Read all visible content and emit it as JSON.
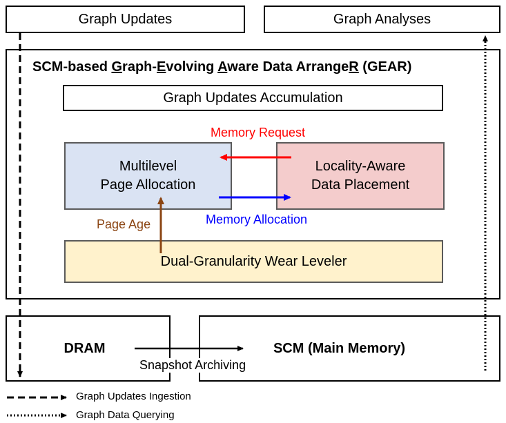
{
  "top": {
    "graph_updates": "Graph Updates",
    "graph_analyses": "Graph Analyses"
  },
  "gear": {
    "title_segments": [
      {
        "text": "SCM-based ",
        "u": false
      },
      {
        "text": "G",
        "u": true
      },
      {
        "text": "raph-",
        "u": false
      },
      {
        "text": "E",
        "u": true
      },
      {
        "text": "volving ",
        "u": false
      },
      {
        "text": "A",
        "u": true
      },
      {
        "text": "ware Data Arrange",
        "u": false
      },
      {
        "text": "R",
        "u": true
      },
      {
        "text": " (GEAR)",
        "u": false
      }
    ],
    "accumulation": "Graph Updates Accumulation",
    "memory_request": "Memory Request",
    "multilevel_line1": "Multilevel",
    "multilevel_line2": "Page Allocation",
    "locality_line1": "Locality-Aware",
    "locality_line2": "Data Placement",
    "memory_allocation": "Memory Allocation",
    "page_age": "Page Age",
    "wear_leveler": "Dual-Granularity Wear Leveler"
  },
  "bottom": {
    "dram": "DRAM",
    "scm": "SCM (Main Memory)",
    "snapshot": "Snapshot Archiving"
  },
  "legend": {
    "ingestion": "Graph Updates Ingestion",
    "querying": "Graph Data Querying"
  },
  "colors": {
    "memory_request": "#ff0000",
    "memory_allocation": "#0000ff",
    "page_age": "#8b4513",
    "multilevel_fill": "#dae3f3",
    "locality_fill": "#f4cccc",
    "wear_fill": "#fff2cc"
  }
}
